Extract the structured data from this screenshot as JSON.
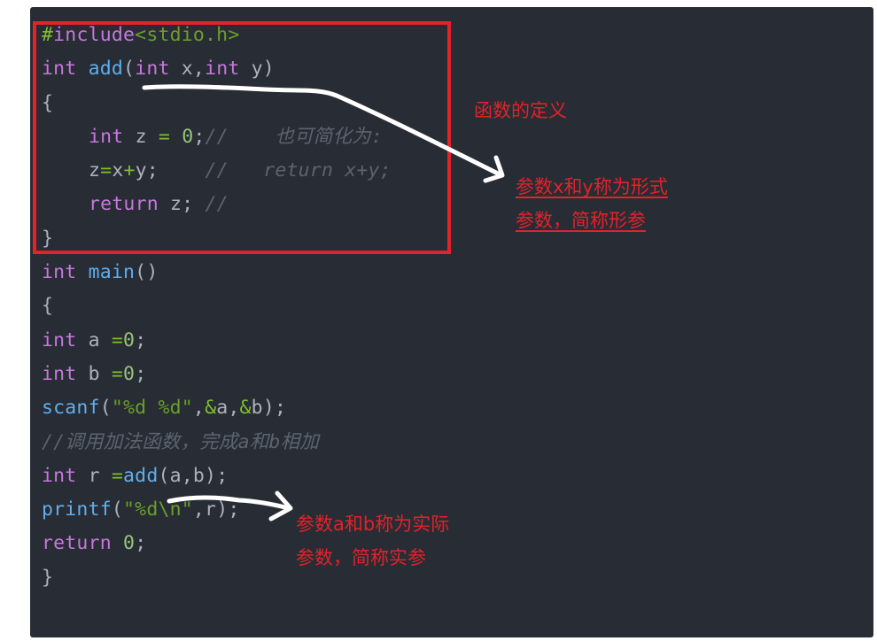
{
  "code": {
    "language": "C",
    "lines": [
      {
        "tokens": [
          {
            "t": "#",
            "c": "op"
          },
          {
            "t": "include",
            "c": "kw"
          },
          {
            "t": "<stdio.h>",
            "c": "strg"
          }
        ]
      },
      {
        "tokens": [
          {
            "t": "int",
            "c": "kw"
          },
          {
            "t": " ",
            "c": "pl"
          },
          {
            "t": "add",
            "c": "fn"
          },
          {
            "t": "(",
            "c": "pl"
          },
          {
            "t": "int",
            "c": "kw"
          },
          {
            "t": " x,",
            "c": "pl"
          },
          {
            "t": "int",
            "c": "kw"
          },
          {
            "t": " y)",
            "c": "pl"
          }
        ]
      },
      {
        "tokens": [
          {
            "t": "{",
            "c": "pl"
          }
        ]
      },
      {
        "indent": true,
        "tokens": [
          {
            "t": "int",
            "c": "kw"
          },
          {
            "t": " z ",
            "c": "pl"
          },
          {
            "t": "=",
            "c": "op"
          },
          {
            "t": " ",
            "c": "pl"
          },
          {
            "t": "0",
            "c": "num"
          },
          {
            "t": ";",
            "c": "pl"
          },
          {
            "t": "//    也可简化为:",
            "c": "cm"
          }
        ]
      },
      {
        "indent": true,
        "tokens": [
          {
            "t": "z",
            "c": "pl"
          },
          {
            "t": "=",
            "c": "op"
          },
          {
            "t": "x",
            "c": "pl"
          },
          {
            "t": "+",
            "c": "op"
          },
          {
            "t": "y;    ",
            "c": "pl"
          },
          {
            "t": "//   return x+y;",
            "c": "cm"
          }
        ]
      },
      {
        "indent": true,
        "tokens": [
          {
            "t": "return",
            "c": "kw"
          },
          {
            "t": " z; ",
            "c": "pl"
          },
          {
            "t": "//",
            "c": "cm"
          }
        ]
      },
      {
        "tokens": [
          {
            "t": "}",
            "c": "pl"
          }
        ]
      },
      {
        "tokens": [
          {
            "t": "int",
            "c": "kw"
          },
          {
            "t": " ",
            "c": "pl"
          },
          {
            "t": "main",
            "c": "fn"
          },
          {
            "t": "()",
            "c": "pl"
          }
        ]
      },
      {
        "tokens": [
          {
            "t": "{",
            "c": "pl"
          }
        ]
      },
      {
        "tokens": [
          {
            "t": "int",
            "c": "kw"
          },
          {
            "t": " a ",
            "c": "pl"
          },
          {
            "t": "=",
            "c": "op"
          },
          {
            "t": "0",
            "c": "num"
          },
          {
            "t": ";",
            "c": "pl"
          }
        ]
      },
      {
        "tokens": [
          {
            "t": "int",
            "c": "kw"
          },
          {
            "t": " b ",
            "c": "pl"
          },
          {
            "t": "=",
            "c": "op"
          },
          {
            "t": "0",
            "c": "num"
          },
          {
            "t": ";",
            "c": "pl"
          }
        ]
      },
      {
        "tokens": [
          {
            "t": "scanf",
            "c": "fn"
          },
          {
            "t": "(",
            "c": "pl"
          },
          {
            "t": "\"%d %d\"",
            "c": "strg"
          },
          {
            "t": ",",
            "c": "pl"
          },
          {
            "t": "&",
            "c": "op"
          },
          {
            "t": "a,",
            "c": "pl"
          },
          {
            "t": "&",
            "c": "op"
          },
          {
            "t": "b);",
            "c": "pl"
          }
        ]
      },
      {
        "tokens": [
          {
            "t": "//调用加法函数，完成a和b相加",
            "c": "cm"
          }
        ]
      },
      {
        "tokens": [
          {
            "t": "int",
            "c": "kw"
          },
          {
            "t": " r ",
            "c": "pl"
          },
          {
            "t": "=",
            "c": "op"
          },
          {
            "t": "add",
            "c": "fn"
          },
          {
            "t": "(a,b);",
            "c": "pl"
          }
        ]
      },
      {
        "tokens": [
          {
            "t": "printf",
            "c": "fn"
          },
          {
            "t": "(",
            "c": "pl"
          },
          {
            "t": "\"%d\\n\"",
            "c": "strg"
          },
          {
            "t": ",r);",
            "c": "pl"
          }
        ]
      },
      {
        "tokens": [
          {
            "t": "return",
            "c": "kw"
          },
          {
            "t": " ",
            "c": "pl"
          },
          {
            "t": "0",
            "c": "num"
          },
          {
            "t": ";",
            "c": "pl"
          }
        ]
      },
      {
        "tokens": [
          {
            "t": "}",
            "c": "pl"
          }
        ]
      }
    ]
  },
  "annotations": {
    "function_definition": "函数的定义",
    "formal_params_line1": "参数x和y称为形式",
    "formal_params_line2": "参数，简称形参",
    "actual_params_line1": "参数a和b称为实际",
    "actual_params_line2": "参数，简称实参"
  },
  "colors": {
    "background": "#282c34",
    "annotation_red": "#e3222a",
    "keyword": "#c678dd",
    "function": "#61aeee",
    "string": "#6a9f2a",
    "comment": "#5c6370"
  }
}
